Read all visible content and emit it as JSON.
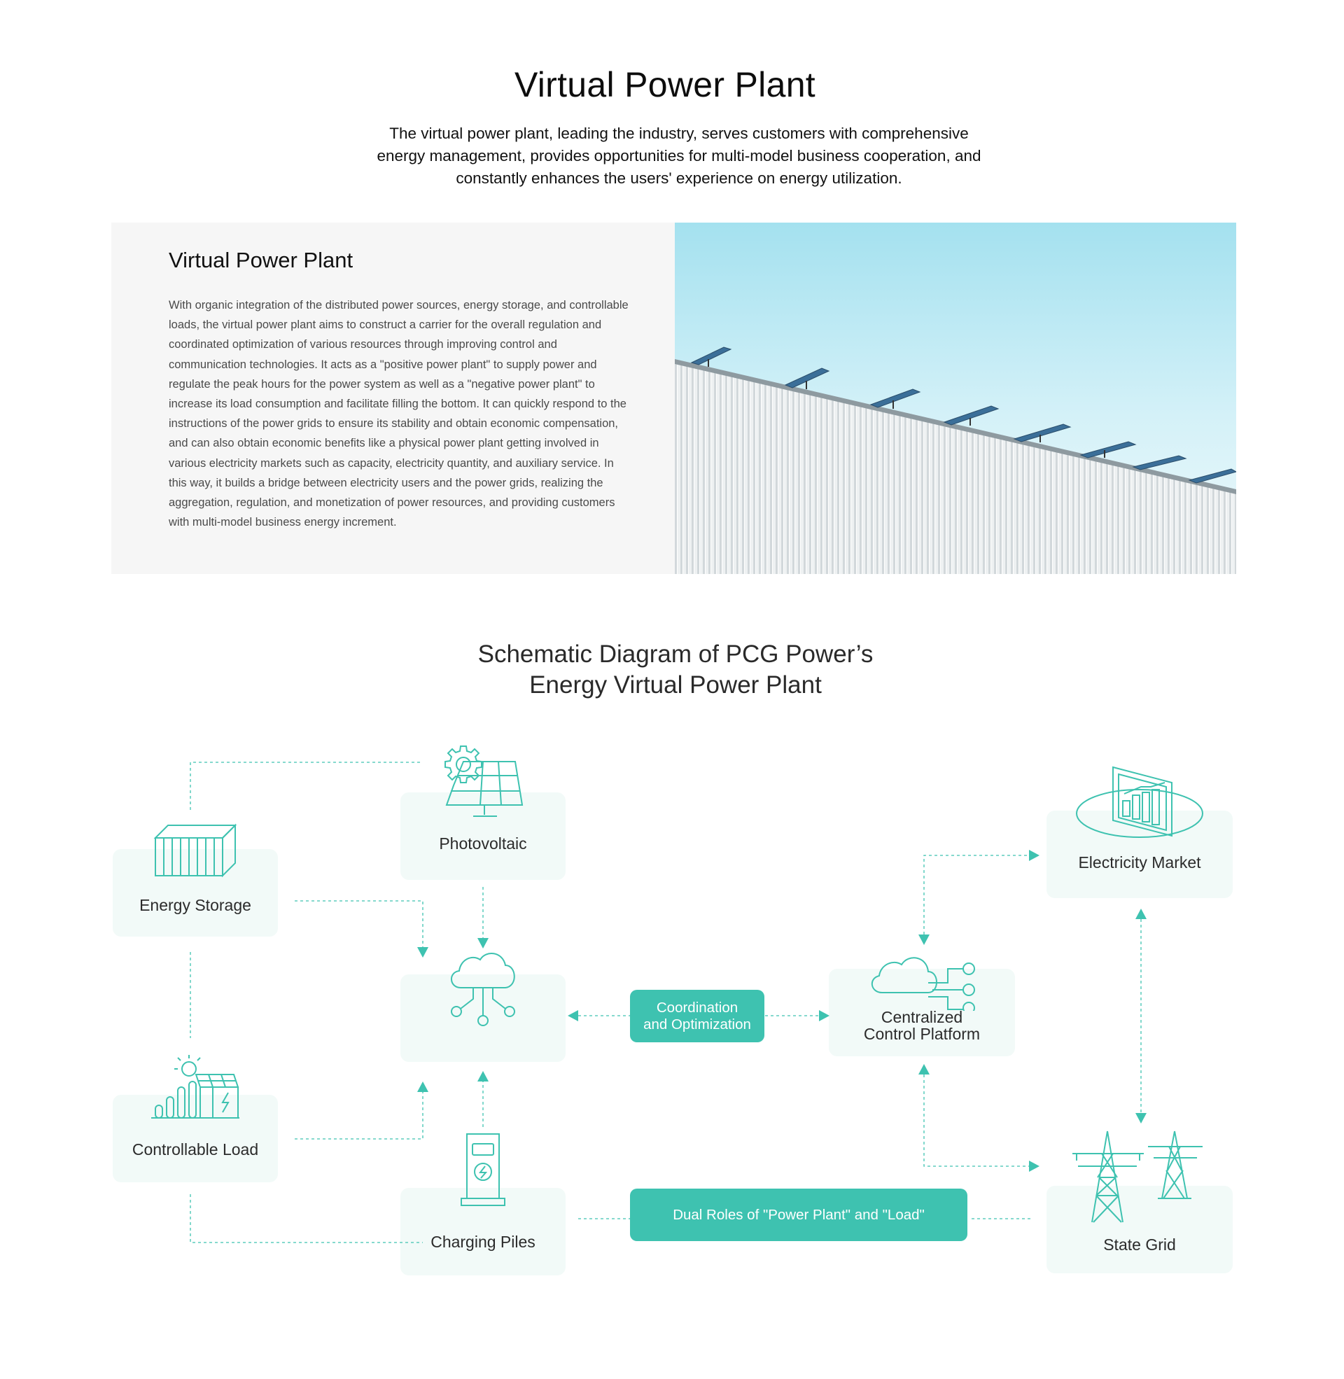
{
  "header": {
    "title": "Virtual Power Plant",
    "intro": "The virtual power plant, leading the industry, serves customers with comprehensive energy management, provides opportunities for multi-model business cooperation, and constantly enhances the users' experience on energy utilization."
  },
  "overview": {
    "title": "Virtual Power Plant",
    "body": "With organic integration of the distributed power sources, energy storage, and controllable loads, the virtual power plant aims to construct a carrier for the overall regulation and coordinated optimization of various resources through improving control and communication technologies. It acts as a \"positive power plant\" to supply power and regulate the peak hours for the power system as well as a \"negative power plant\" to increase its load consumption and facilitate filling the bottom. It can quickly respond to the instructions of the power grids to ensure its stability and obtain economic compensation, and can also obtain economic benefits like a physical power plant getting involved in various electricity markets such as capacity, electricity quantity, and auxiliary service. In this way, it builds a bridge between electricity users and the power grids, realizing the aggregation, regulation, and monetization of power resources, and providing customers with multi-model business energy increment."
  },
  "diagram": {
    "title_line1": "Schematic Diagram of PCG Power’s",
    "title_line2": "Energy Virtual Power Plant",
    "nodes": {
      "energy_storage": "Energy Storage",
      "photovoltaic": "Photovoltaic",
      "controllable_load": "Controllable Load",
      "charging_piles": "Charging Piles",
      "platform_line1": "Centralized",
      "platform_line2": "Control Platform",
      "electricity_market": "Electricity Market",
      "state_grid": "State Grid"
    },
    "tags": {
      "coordination_line1": "Coordination",
      "coordination_line2": "and Optimization",
      "dual_roles": "Dual Roles of \"Power Plant\" and \"Load\""
    }
  },
  "colors": {
    "accent": "#3ec2b0",
    "node_bg": "#f2faf8",
    "panel_bg": "#f6f6f6",
    "sky_top": "#a9e2ef"
  },
  "icons": [
    "gear-icon",
    "solar-panel-icon",
    "battery-container-icon",
    "cloud-network-icon",
    "solar-load-icon",
    "charging-station-icon",
    "cloud-platform-icon",
    "market-chart-icon",
    "power-tower-icon"
  ]
}
